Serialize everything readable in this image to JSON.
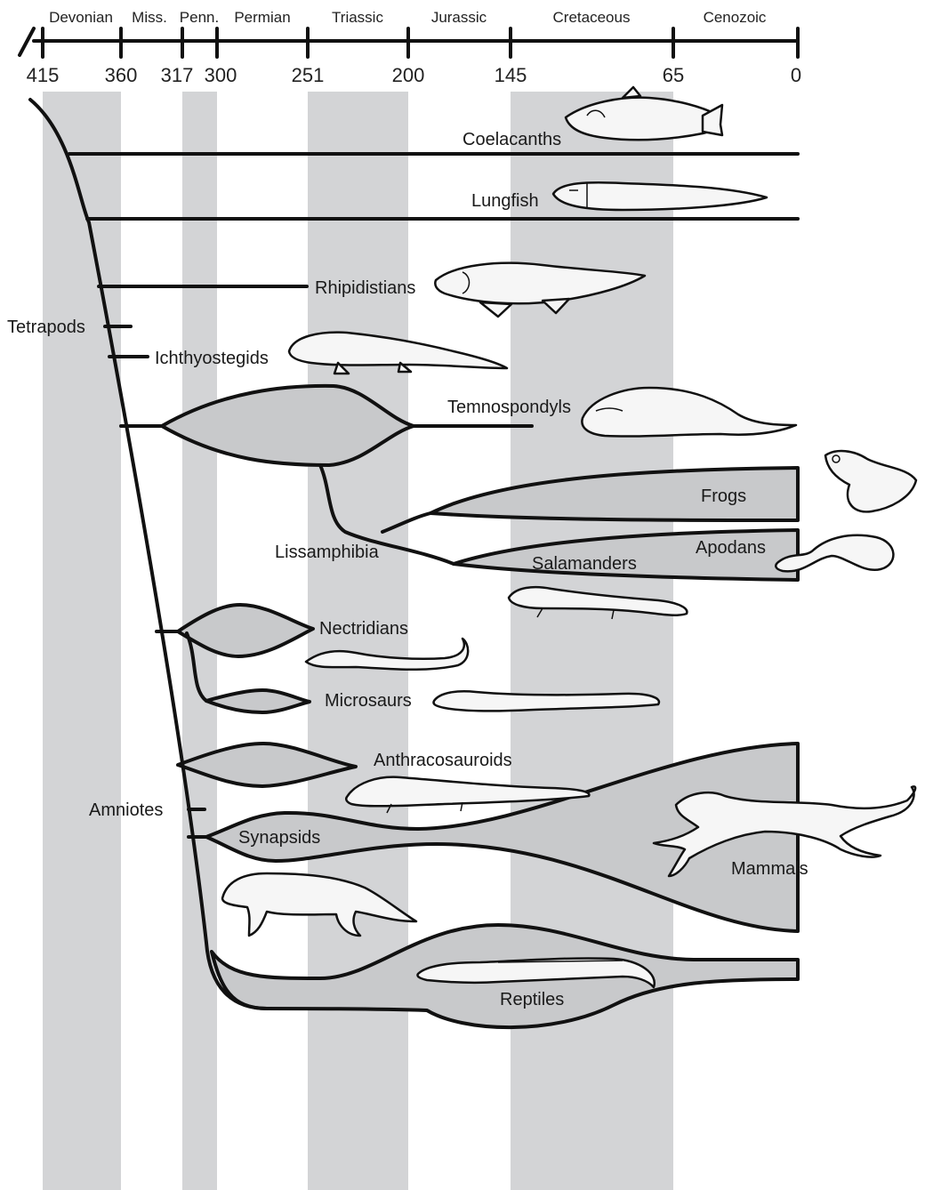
{
  "periods": [
    "Devonian",
    "Miss.",
    "Penn.",
    "Permian",
    "Triassic",
    "Jurassic",
    "Cretaceous",
    "Cenozoic"
  ],
  "ages": [
    "415",
    "360",
    "317",
    "300",
    "251",
    "200",
    "145",
    "65",
    "0"
  ],
  "taxa": {
    "coelacanths": "Coelacanths",
    "lungfish": "Lungfish",
    "rhipidistians": "Rhipidistians",
    "tetrapods": "Tetrapods",
    "ichthyostegids": "Ichthyostegids",
    "temnospondyls": "Temnospondyls",
    "frogs": "Frogs",
    "lissamphibia": "Lissamphibia",
    "apodans": "Apodans",
    "salamanders": "Salamanders",
    "nectridians": "Nectridians",
    "microsaurs": "Microsaurs",
    "anthracosauroids": "Anthracosauroids",
    "amniotes": "Amniotes",
    "synapsids": "Synapsids",
    "mammals": "Mammals",
    "reptiles": "Reptiles"
  },
  "colors": {
    "band": "#d3d4d6",
    "lineage_fill": "#c8c9cb",
    "ink": "#111111"
  },
  "icons": [
    "coelacanth-icon",
    "lungfish-icon",
    "rhipidistian-icon",
    "ichthyostega-icon",
    "temnospondyl-icon",
    "frog-icon",
    "caecilian-icon",
    "salamander-icon",
    "nectridian-icon",
    "microsaur-icon",
    "anthracosaur-icon",
    "cheetah-icon",
    "synapsid-icon",
    "crocodile-icon"
  ]
}
